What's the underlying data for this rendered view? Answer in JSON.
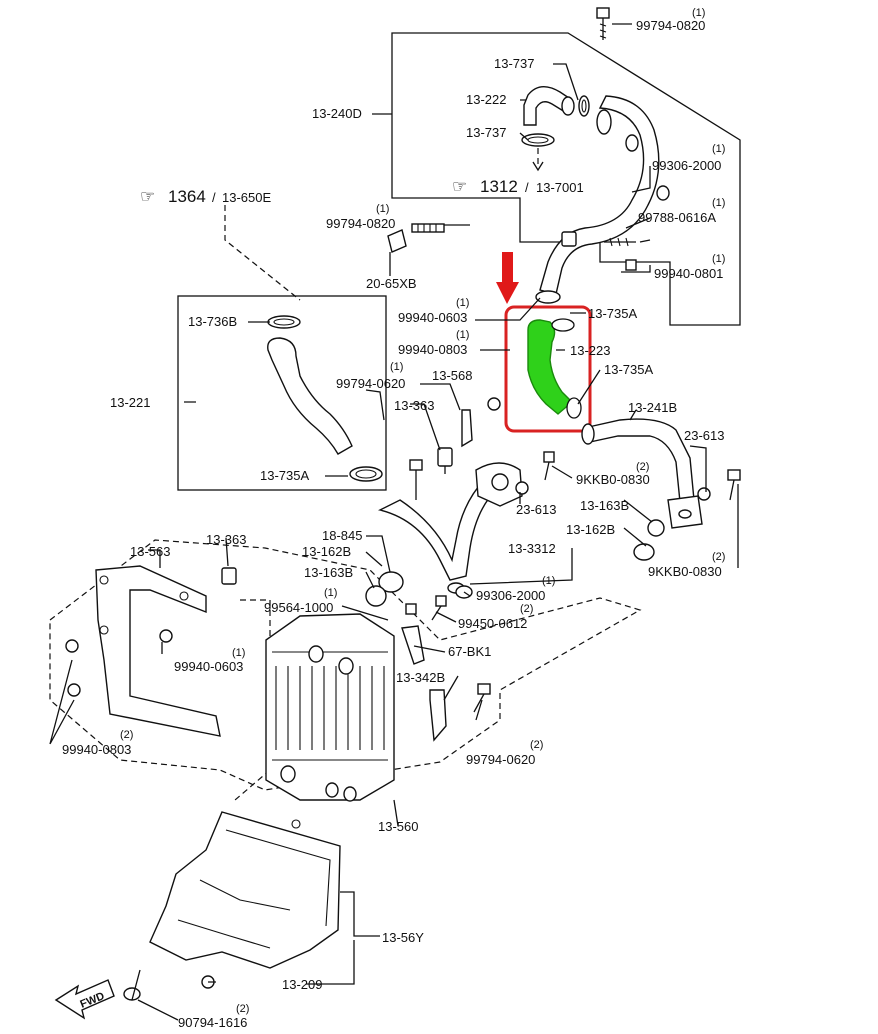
{
  "highlight": {
    "part": "13-223",
    "hose_color": "#2fd11a",
    "box_color": "#d92222",
    "arrow_color": "#e01919"
  },
  "labels": {
    "bolt_top": "99794-0820",
    "bolt_top_qty": "(1)",
    "p13737a": "13-737",
    "p13222": "13-222",
    "p13737b": "13-737",
    "p132400": "13-240D",
    "p99306a": "99306-2000",
    "p99306a_qty": "(1)",
    "ref1312_num": "1312",
    "ref1312_code": "13-7001",
    "ref1364_num": "1364",
    "ref1364_code": "13-650E",
    "p99794b": "99794-0820",
    "p99794b_qty": "(1)",
    "p99788": "99788-0616A",
    "p99788_qty": "(1)",
    "p2065": "20-65XB",
    "p99940a": "99940-0801",
    "p99940a_qty": "(1)",
    "p13736": "13-736B",
    "p99940b": "99940-0603",
    "p99940b_qty": "(1)",
    "p13735a": "13-735A",
    "p99940c": "99940-0803",
    "p99940c_qty": "(1)",
    "p13223": "13-223",
    "p13568": "13-568",
    "p99794c": "99794-0620",
    "p99794c_qty": "(1)",
    "p13735b": "13-735A",
    "p13221": "13-221",
    "p13363a": "13-363",
    "p13241": "13-241B",
    "p23613a": "23-613",
    "p13735c": "13-735A",
    "p9kkba": "9KKB0-0830",
    "p9kkba_qty": "(2)",
    "p23613b": "23-613",
    "p13163a": "13-163B",
    "p13162a": "13-162B",
    "p18845": "18-845",
    "p13363b": "13-363",
    "p13563": "13-563",
    "p13162b": "13-162B",
    "p133312": "13-3312",
    "p13163b": "13-163B",
    "p9kkbb": "9KKB0-0830",
    "p9kkbb_qty": "(2)",
    "p99306b": "99306-2000",
    "p99306b_qty": "(1)",
    "p99564": "99564-1000",
    "p99564_qty": "(1)",
    "p99450": "99450-0612",
    "p99450_qty": "(2)",
    "p99940d": "99940-0603",
    "p99940d_qty": "(1)",
    "p67bk1": "67-BK1",
    "p13342": "13-342B",
    "p99940e": "99940-0803",
    "p99940e_qty": "(2)",
    "p99794d": "99794-0620",
    "p99794d_qty": "(2)",
    "p13560": "13-560",
    "p1356y": "13-56Y",
    "p13209": "13-209",
    "p90794": "90794-1616",
    "p90794_qty": "(2)",
    "fwd": "FWD"
  }
}
